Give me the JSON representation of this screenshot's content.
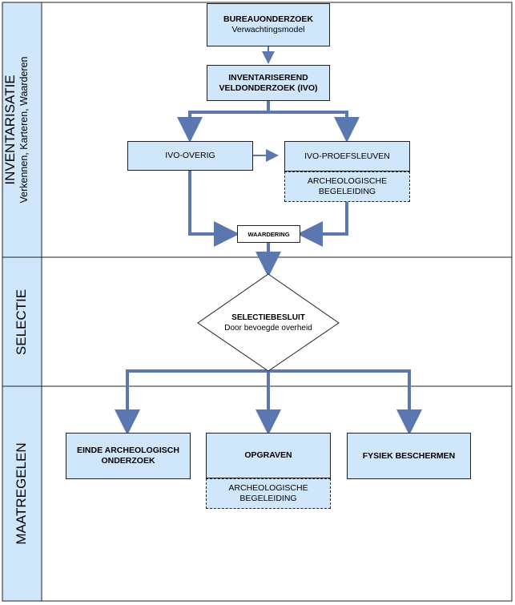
{
  "sections": {
    "inventarisatie": {
      "title": "INVENTARISATIE",
      "subtitle": "Verkennen, Karteren, Waarderen"
    },
    "selectie": {
      "title": "SELECTIE"
    },
    "maatregelen": {
      "title": "MAATREGELEN"
    }
  },
  "nodes": {
    "bureauonderzoek": {
      "title": "BUREAUONDERZOEK",
      "subtitle": "Verwachtingsmodel"
    },
    "ivo": {
      "line1": "INVENTARISEREND",
      "line2": "VELDONDERZOEK (IVO)"
    },
    "ivo_overig": {
      "label": "IVO-OVERIG"
    },
    "ivo_proefsleuven": {
      "label": "IVO-PROEFSLEUVEN"
    },
    "arch_begeleiding_1": {
      "line1": "ARCHEOLOGISCHE",
      "line2": "BEGELEIDING"
    },
    "waardering": {
      "label": "WAARDERING"
    },
    "selectiebesluit": {
      "title": "SELECTIEBESLUIT",
      "subtitle": "Door bevoegde overheid"
    },
    "einde": {
      "line1": "EINDE ARCHEOLOGISCH",
      "line2": "ONDERZOEK"
    },
    "opgraven": {
      "label": "OPGRAVEN"
    },
    "arch_begeleiding_2": {
      "line1": "ARCHEOLOGISCHE",
      "line2": "BEGELEIDING"
    },
    "fysiek": {
      "label": "FYSIEK BESCHERMEN"
    }
  },
  "colors": {
    "box_fill": "#cfe6fb",
    "sidebar_fill": "#cfe6fb",
    "arrow": "#5b77b0",
    "border": "#222222"
  }
}
